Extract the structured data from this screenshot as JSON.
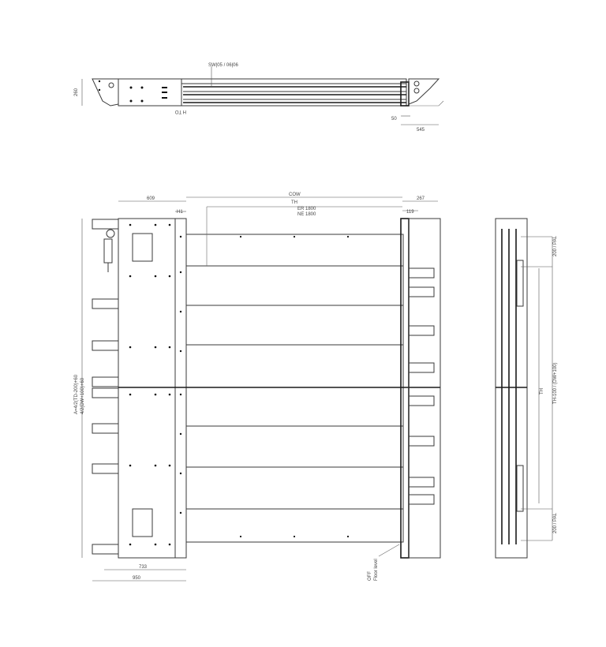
{
  "drawing": {
    "views": {
      "side_elevation": {
        "labels": {
          "height": "260",
          "left_small": "H TO",
          "right_small": "50",
          "right_width": "545",
          "callout": "SW|05 / 06|06"
        }
      },
      "plan": {
        "labels": {
          "top_overall": "COW",
          "top_sub": "TH",
          "top_er": "ER 1800",
          "top_ne": "NE 1800",
          "top_left": "609",
          "top_left_small": "H1",
          "top_right": "267",
          "top_right_small": "119",
          "left_vertical_1": "A=4/2(TD-200)+60",
          "left_vertical_2": "4/2(DW+100)+60",
          "bottom_inner": "733",
          "bottom_outer": "950",
          "floor_note_1": "OFF",
          "floor_note_2": "Floor level"
        }
      },
      "section": {
        "labels": {
          "top_dim": "200 / PAL",
          "mid_dim_1": "TH",
          "mid_dim_2": "TH-100 / (DW+100)",
          "bottom_dim": "200 / PAL"
        }
      }
    },
    "colors": {
      "line": "#3a3a3a",
      "background": "#ffffff"
    }
  }
}
